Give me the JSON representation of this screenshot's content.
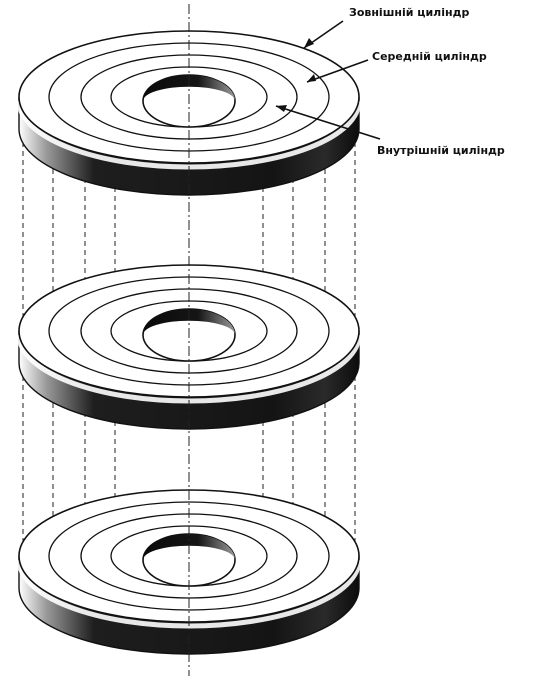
{
  "diagram": {
    "labels": {
      "outer": "Зовнішній циліндр",
      "middle": "Середній циліндр",
      "inner": "Внутрішній циліндр"
    },
    "platters": [
      "platter-top",
      "platter-middle",
      "platter-bottom"
    ],
    "colors": {
      "ink": "#111111",
      "face": "#ffffff",
      "edge": "#1a1a1a",
      "shade": "#6e6e6e"
    }
  }
}
